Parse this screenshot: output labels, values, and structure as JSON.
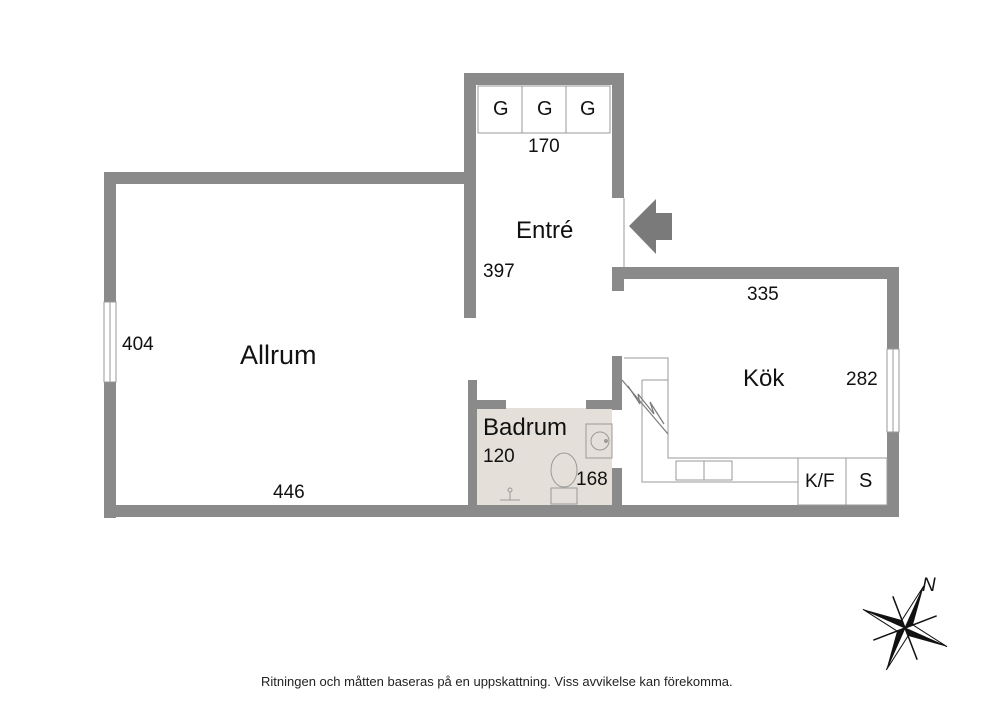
{
  "rooms": {
    "allrum": "Allrum",
    "entre": "Entré",
    "kok": "Kök",
    "badrum": "Badrum"
  },
  "dimensions": {
    "allrum_height": "404",
    "allrum_width": "446",
    "entre_top": "170",
    "entre_side": "397",
    "kok_width": "335",
    "kok_height": "282",
    "bad_width": "120",
    "bad_height": "168"
  },
  "fixtures": {
    "closet": [
      "G",
      "G",
      "G"
    ],
    "fridge_freezer": "K/F",
    "stove": "S"
  },
  "compass": {
    "north": "N"
  },
  "footer": {
    "disclaimer": "Ritningen och måtten baseras på en uppskattning. Viss avvikelse kan förekomma."
  },
  "colors": {
    "wall": "#8a8a8a",
    "bathroom_floor": "#e4e0d9",
    "fixture_line": "#9a9a9a",
    "background": "#ffffff"
  },
  "icons": [
    "entrance-arrow-icon",
    "compass-icon",
    "sink-icon",
    "toilet-icon",
    "shower-icon",
    "stairs-icon"
  ]
}
